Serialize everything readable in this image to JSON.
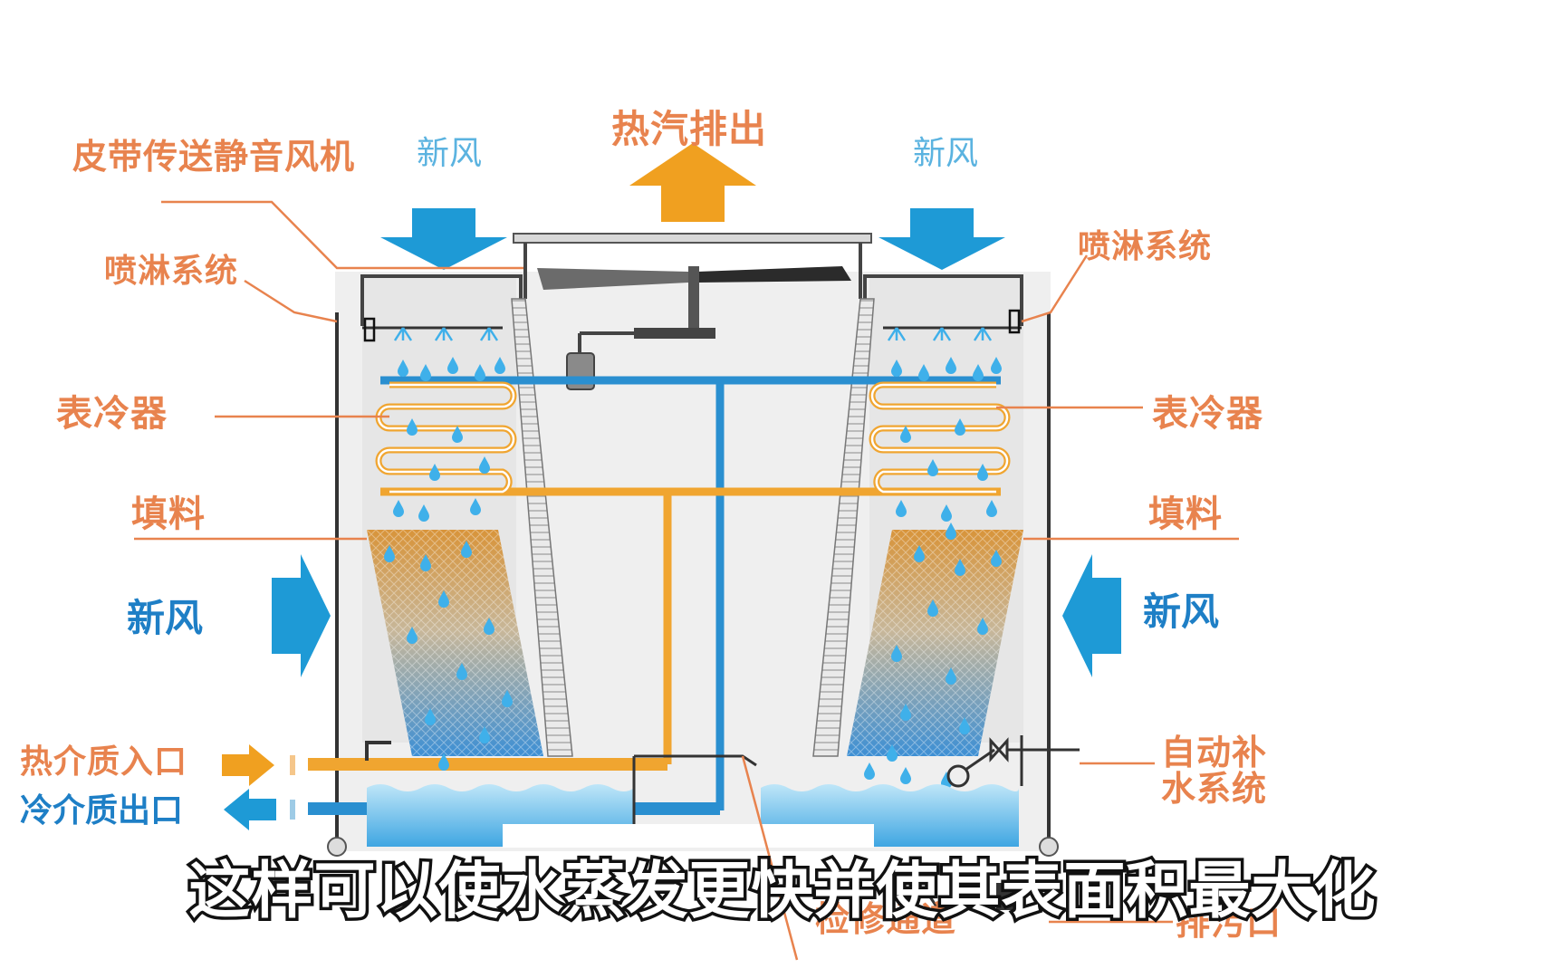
{
  "labels": {
    "hot_steam_exhaust": "热汽排出",
    "fresh_air_top_left": "新风",
    "fresh_air_top_right": "新风",
    "belt_fan": "皮带传送静音风机",
    "spray_left": "喷淋系统",
    "spray_right": "喷淋系统",
    "coil_left": "表冷器",
    "coil_right": "表冷器",
    "fill_left": "填料",
    "fill_right": "填料",
    "fresh_air_side_left": "新风",
    "fresh_air_side_right": "新风",
    "hot_inlet": "热介质入口",
    "cold_outlet": "冷介质出口",
    "auto_makeup_line1": "自动补",
    "auto_makeup_line2": "水系统",
    "maintenance": "检修通道",
    "drain": "排污口"
  },
  "subtitle": "这样可以使水蒸发更快并使其表面积最大化",
  "colors": {
    "label_orange": "#e8834e",
    "label_blue": "#1e7fc6",
    "arrow_blue": "#1e9ad6",
    "arrow_orange": "#f0a020",
    "pipe_blue": "#2a8fd0",
    "pipe_orange": "#f0a530",
    "water": "#6cc5ee"
  }
}
